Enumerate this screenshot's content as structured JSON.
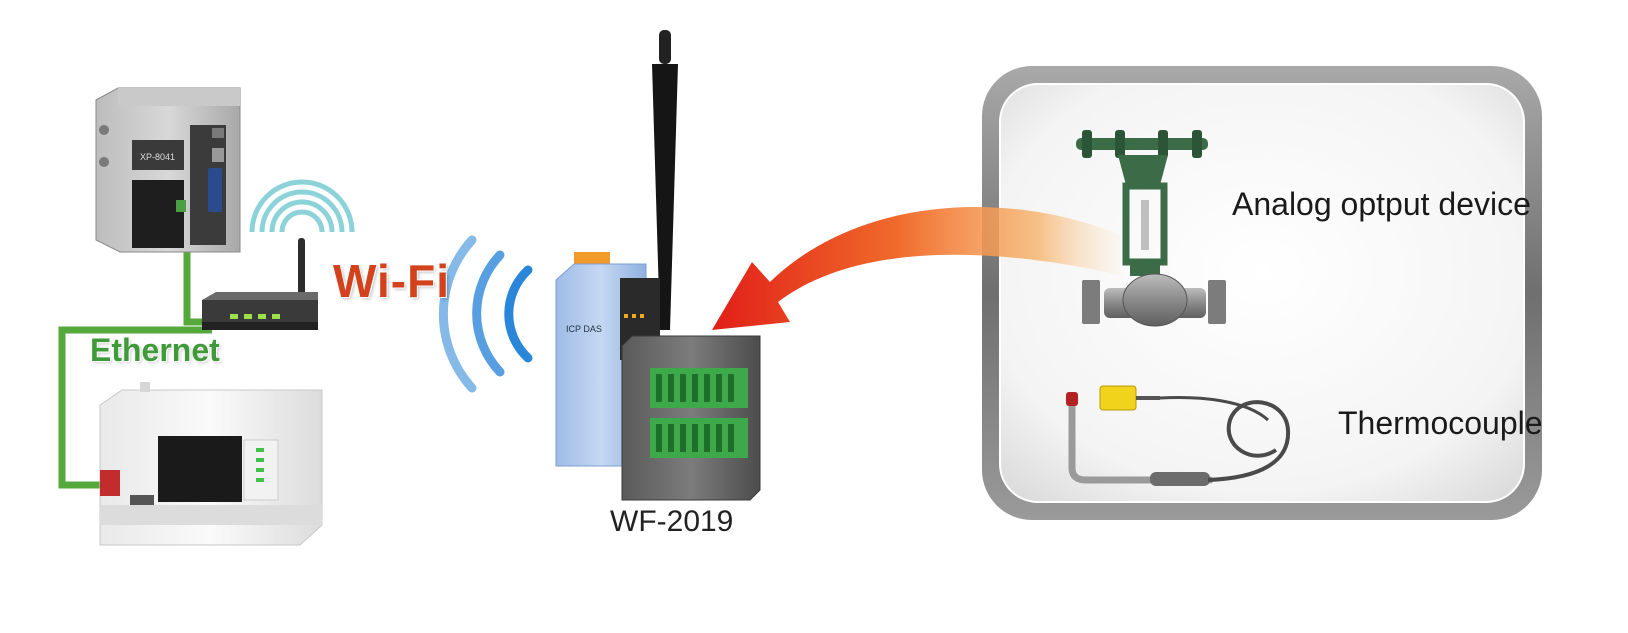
{
  "labels": {
    "wifi": "Wi-Fi",
    "ethernet": "Ethernet",
    "device_model": "WF-2019",
    "analog_output": "Analog optput device",
    "thermocouple": "Thermocouple"
  },
  "device_text": {
    "plc_brand": "XP-8041",
    "module_brand": "ICP DAS"
  },
  "colors": {
    "ethernet_line": "#55a93b",
    "wifi_text": "#d2421c",
    "ethernet_text": "#3f9b3a",
    "wifi_waves": "#1f7fd6",
    "arrow_red": "#e8261c",
    "arrow_orange": "#f5a45a",
    "module_blue": "#aec8ec",
    "valve_green": "#3c6b48"
  },
  "icons": [
    "plc-controller-icon",
    "wifi-router-icon",
    "plc-compact-icon",
    "wifi-module-icon",
    "control-valve-icon",
    "thermocouple-icon",
    "wireless-waves-icon",
    "curved-arrow-icon"
  ]
}
